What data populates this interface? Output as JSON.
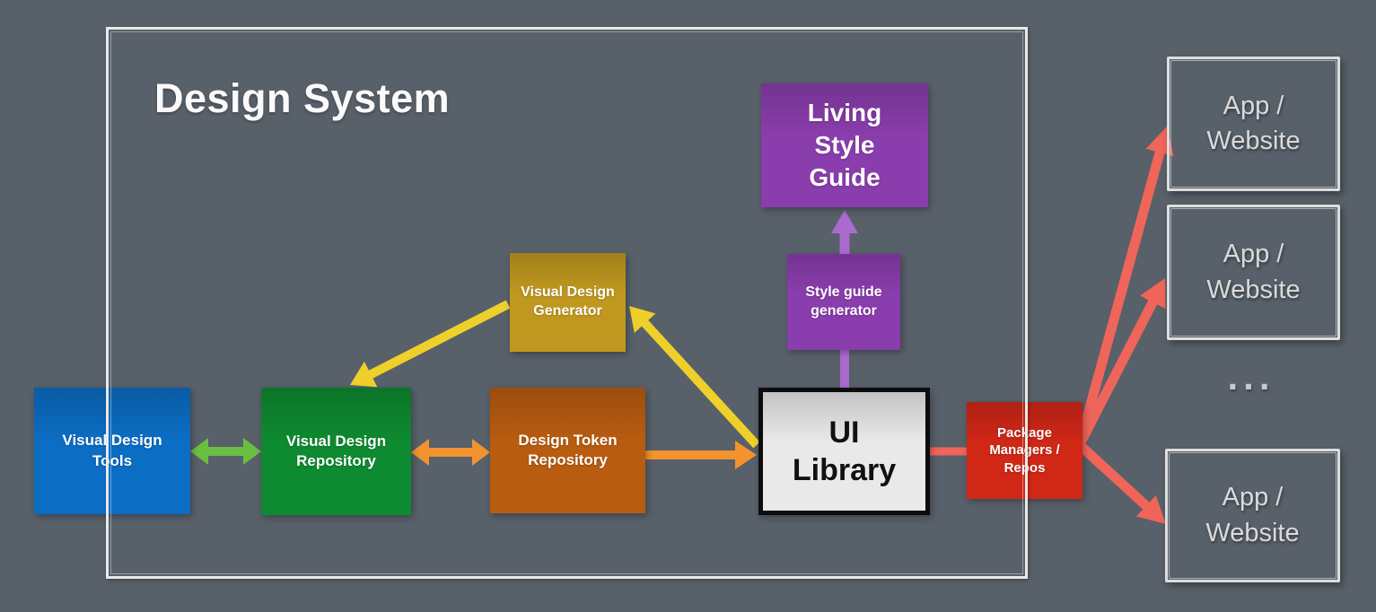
{
  "title": "Design System",
  "background_color": "#58606a",
  "frame_color": "#e9e9e9",
  "nodes": {
    "visual_design_tools": {
      "label": "Visual Design Tools",
      "color": "#0b6dc3",
      "text_color": "#ffffff"
    },
    "visual_design_repository": {
      "label": "Visual Design Repository",
      "color": "#0e8a30",
      "text_color": "#ffffff"
    },
    "design_token_repository": {
      "label": "Design Token Repository",
      "color": "#b85c10",
      "text_color": "#ffffff"
    },
    "visual_design_generator": {
      "label": "Visual Design Generator",
      "color": "#c1981f",
      "text_color": "#ffffff"
    },
    "ui_library": {
      "label": "UI Library",
      "color": "#e9e9e9",
      "text_color": "#111111",
      "border_color": "#0d0d0d"
    },
    "style_guide_generator": {
      "label": "Style guide generator",
      "color": "#8a3dac",
      "text_color": "#ffffff"
    },
    "living_style_guide": {
      "label": "Living Style Guide",
      "color": "#8a3dac",
      "text_color": "#ffffff"
    },
    "package_managers": {
      "label": "Package Managers / Repos",
      "color": "#d02717",
      "text_color": "#ffffff"
    },
    "app_website_1": {
      "label": "App / Website"
    },
    "app_website_2": {
      "label": "App / Website"
    },
    "app_website_3": {
      "label": "App / Website"
    },
    "ellipsis": {
      "label": "..."
    }
  },
  "connections": [
    {
      "from": "visual_design_tools",
      "to": "visual_design_repository",
      "style": "double-arrow",
      "color": "#6abe41"
    },
    {
      "from": "visual_design_repository",
      "to": "design_token_repository",
      "style": "double-arrow",
      "color": "#f2932e"
    },
    {
      "from": "design_token_repository",
      "to": "ui_library",
      "style": "arrow",
      "color": "#f2932e"
    },
    {
      "from": "visual_design_generator",
      "to": "visual_design_repository",
      "style": "arrow",
      "color": "#efd02b"
    },
    {
      "from": "ui_library",
      "to": "visual_design_generator",
      "style": "arrow",
      "color": "#efd02b"
    },
    {
      "from": "ui_library",
      "to": "style_guide_generator",
      "style": "line",
      "color": "#ab6ad0"
    },
    {
      "from": "style_guide_generator",
      "to": "living_style_guide",
      "style": "arrow",
      "color": "#ab6ad0"
    },
    {
      "from": "ui_library",
      "to": "package_managers",
      "style": "line",
      "color": "#ef655a"
    },
    {
      "from": "package_managers",
      "to": "app_website_1",
      "style": "arrow",
      "color": "#ef655a"
    },
    {
      "from": "package_managers",
      "to": "app_website_2",
      "style": "arrow",
      "color": "#ef655a"
    },
    {
      "from": "package_managers",
      "to": "app_website_3",
      "style": "arrow",
      "color": "#ef655a"
    }
  ]
}
